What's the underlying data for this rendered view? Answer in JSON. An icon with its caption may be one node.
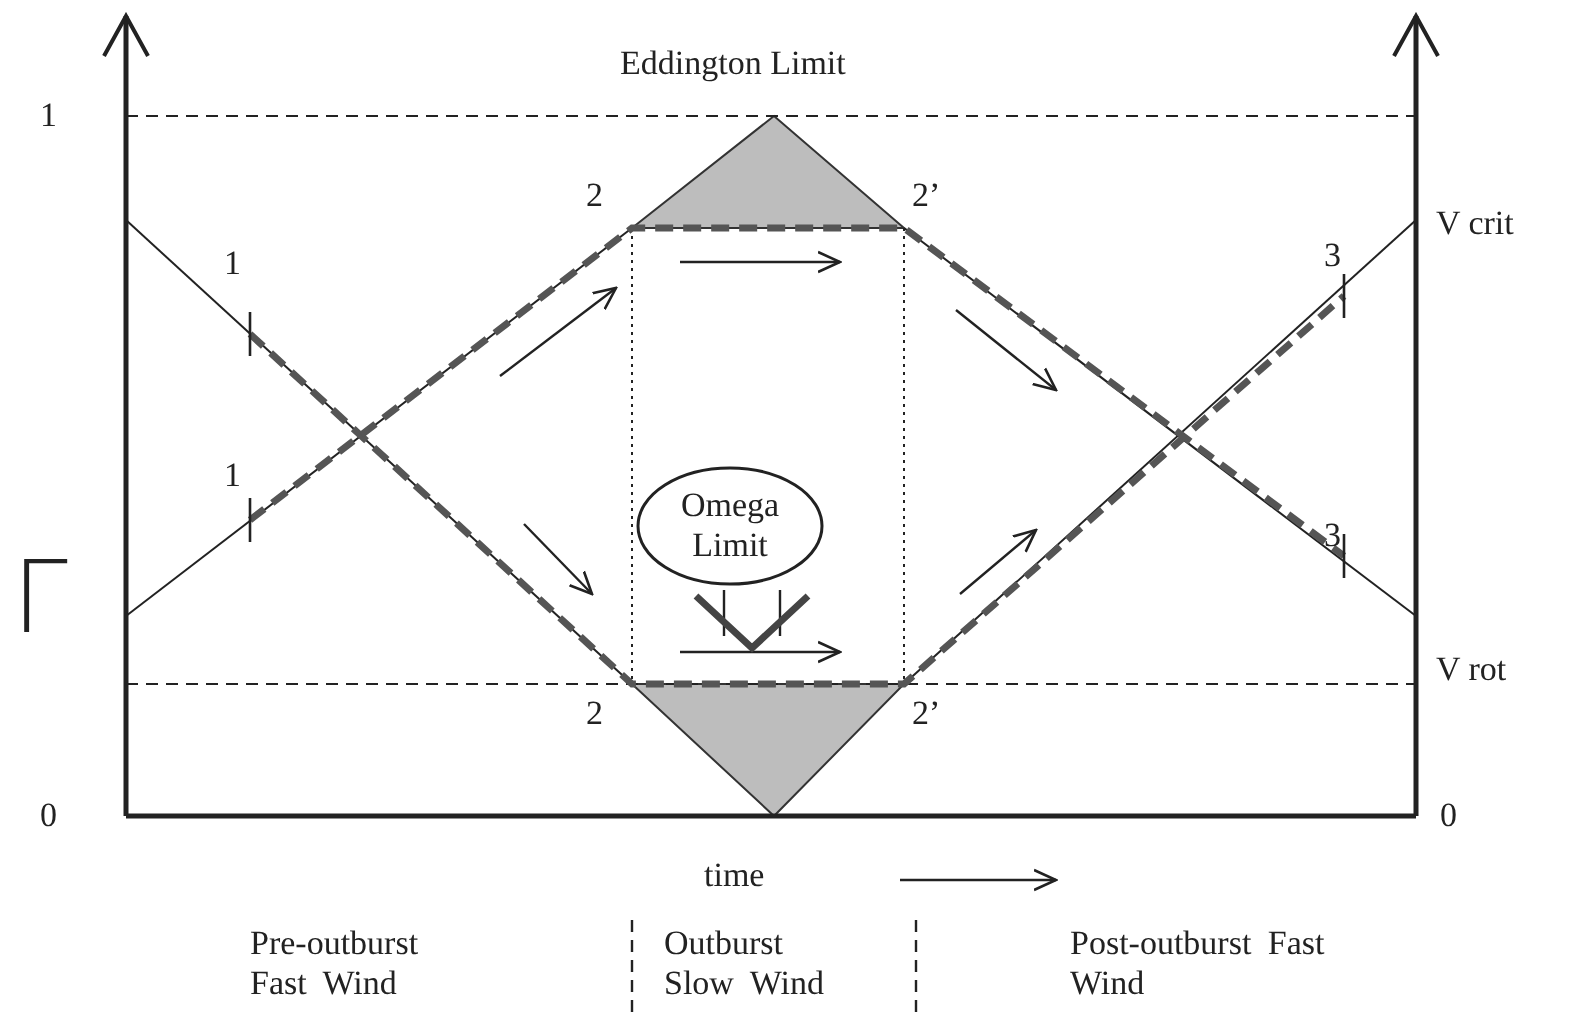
{
  "diagram": {
    "nodes": [
      {
        "text": [
          "Omega Limit"
        ]
      }
    ],
    "labels": [
      "Eddington Limit",
      "1",
      "V crit",
      "2",
      "2’",
      "1",
      "3",
      "1",
      "Γ",
      "3",
      "V rot",
      "2",
      "2’",
      "0",
      "0",
      "time",
      "Pre-outburst Fast Wind",
      "Outburst Slow Wind",
      "Post-outburst Fast Wind"
    ]
  }
}
